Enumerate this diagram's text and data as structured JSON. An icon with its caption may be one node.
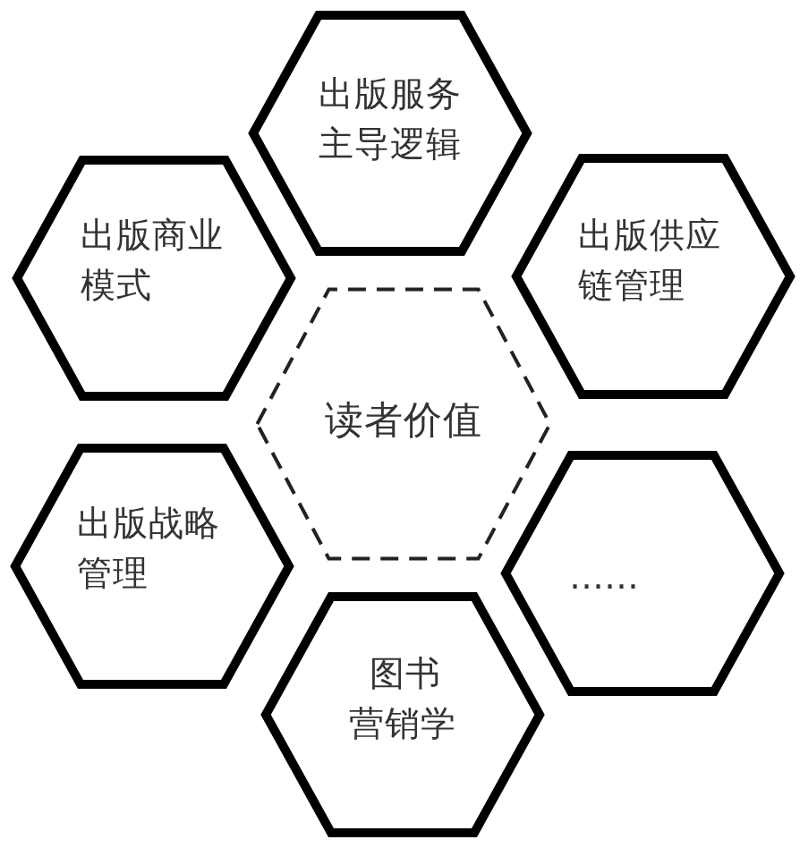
{
  "diagram": {
    "nodes": [
      {
        "text": [
          "出版服务主导逻辑"
        ]
      },
      {
        "text": [
          "出版商业模式"
        ]
      },
      {
        "text": [
          "出版供应链管理"
        ]
      },
      {
        "text": [
          "读者价值"
        ]
      },
      {
        "text": [
          "出版战略管理"
        ]
      },
      {
        "text": [
          "……"
        ]
      },
      {
        "text": [
          "图书营销学"
        ]
      }
    ]
  }
}
